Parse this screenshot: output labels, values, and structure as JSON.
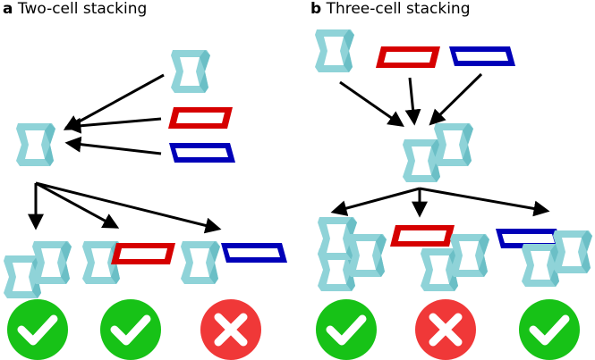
{
  "panels": [
    {
      "letter": "a",
      "title": "Two-cell stacking"
    },
    {
      "letter": "b",
      "title": "Three-cell stacking"
    }
  ],
  "colors": {
    "cell_cyan": "#8fd3d8",
    "cell_cyan_dark": "#6bbfc6",
    "cell_red": "#d60000",
    "cell_blue": "#0000b8",
    "arrow": "#000000",
    "ok_green": "#17c217",
    "bad_red": "#f03838",
    "mark_white": "#ffffff"
  },
  "outcomes": {
    "panel_a": [
      "check",
      "check",
      "cross"
    ],
    "panel_b": [
      "check",
      "cross",
      "check"
    ]
  }
}
